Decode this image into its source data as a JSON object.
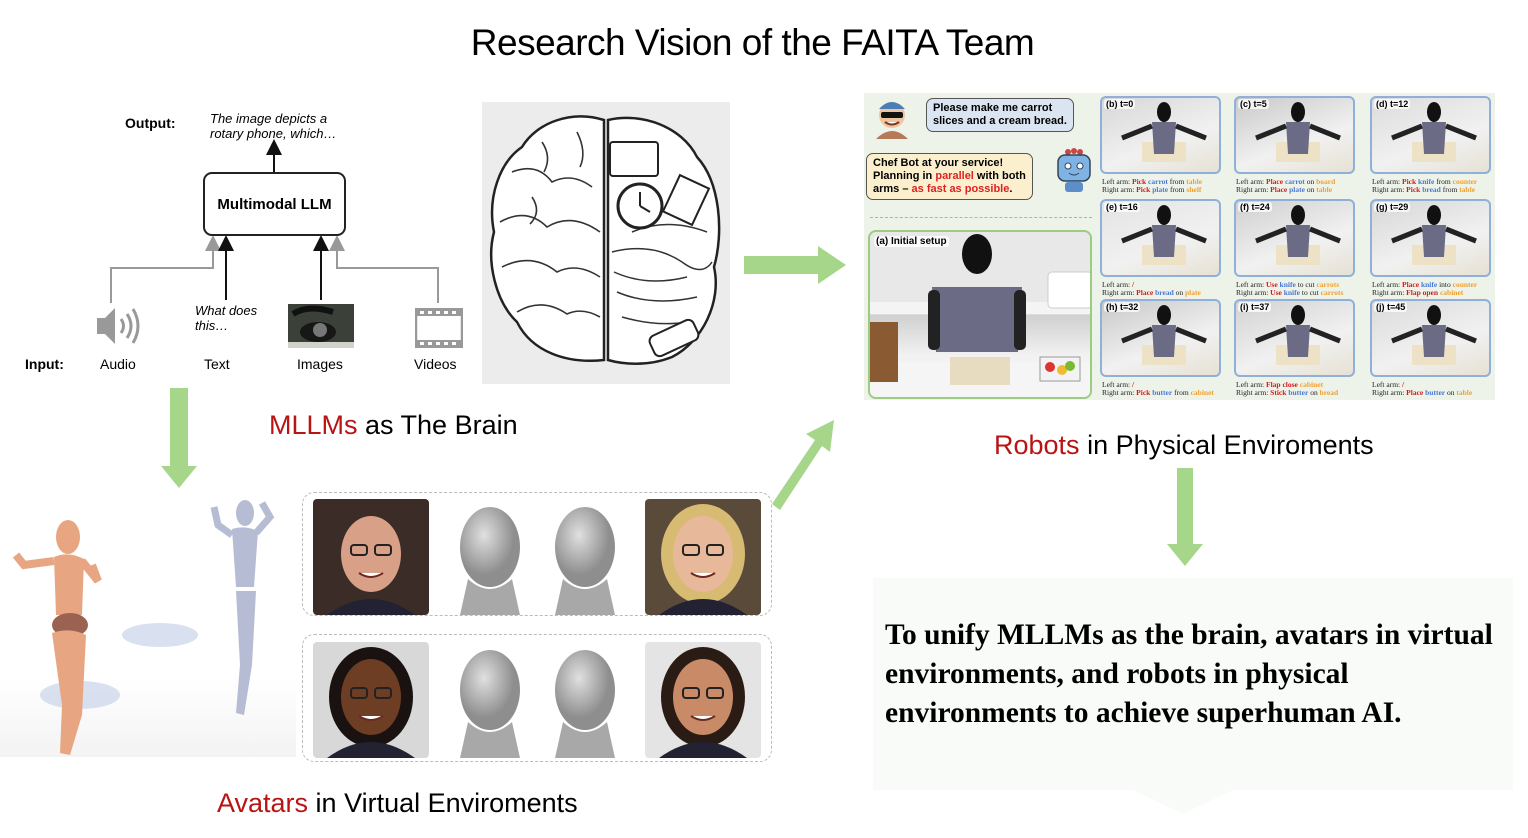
{
  "title": "Research Vision of the FAITA Team",
  "mllm_diagram": {
    "output_label": "Output:",
    "output_text_line1": "The image depicts a",
    "output_text_line2": "rotary phone, which…",
    "model_label": "Multimodal LLM",
    "input_label": "Input:",
    "inputs": [
      {
        "label": "Audio",
        "icon": "speaker-icon"
      },
      {
        "label": "Text",
        "icon": "text-prompt",
        "prompt_line1": "What does",
        "prompt_line2": "this…"
      },
      {
        "label": "Images",
        "icon": "rotary-phone-photo"
      },
      {
        "label": "Videos",
        "icon": "film-strip-icon"
      }
    ]
  },
  "captions": {
    "mllm": {
      "highlight": "MLLMs",
      "rest": " as The Brain"
    },
    "robots": {
      "highlight": "Robots",
      "rest": " in  Physical Enviroments"
    },
    "avatars": {
      "highlight": "Avatars",
      "rest": " in Virtual Enviroments"
    }
  },
  "robot_panel": {
    "user_request_line1": "Please make me carrot",
    "user_request_line2": "slices and a cream bread.",
    "bot_reply_line1": "Chef Bot at your service!",
    "bot_reply_line2_a": "Planning in ",
    "bot_reply_line2_b": "parallel",
    "bot_reply_line2_c": " with both",
    "bot_reply_line3_a": "arms – ",
    "bot_reply_line3_b": "as fast as possible",
    "bot_reply_line3_c": ".",
    "initial_setup_label": "(a) Initial setup",
    "steps": [
      {
        "tag": "(b) t=0",
        "left": [
          "Pick",
          "carrot",
          "from",
          "table"
        ],
        "right": [
          "Pick",
          "plate",
          "from",
          "shelf"
        ]
      },
      {
        "tag": "(c) t=5",
        "left": [
          "Place",
          "carrot",
          "on",
          "board"
        ],
        "right": [
          "Place",
          "plate",
          "on",
          "table"
        ]
      },
      {
        "tag": "(d) t=12",
        "left": [
          "Pick",
          "knife",
          "from",
          "counter"
        ],
        "right": [
          "Pick",
          "bread",
          "from",
          "table"
        ]
      },
      {
        "tag": "(e) t=16",
        "left": [
          "/",
          "",
          "",
          ""
        ],
        "right": [
          "Place",
          "bread",
          "on",
          "plate"
        ]
      },
      {
        "tag": "(f) t=24",
        "left": [
          "Use",
          "knife",
          "to cut",
          "carrots"
        ],
        "right": [
          "Use",
          "knife",
          "to cut",
          "carrots"
        ]
      },
      {
        "tag": "(g) t=29",
        "left": [
          "Place",
          "knife",
          "into",
          "counter"
        ],
        "right": [
          "Flap open",
          "",
          "",
          "cabinet"
        ]
      },
      {
        "tag": "(h) t=32",
        "left": [
          "/",
          "",
          "",
          ""
        ],
        "right": [
          "Pick",
          "butter",
          "from",
          "cabinet"
        ]
      },
      {
        "tag": "(i) t=37",
        "left": [
          "Flap close",
          "",
          "",
          "cabinet"
        ],
        "right": [
          "Stick",
          "butter",
          "on",
          "bread"
        ]
      },
      {
        "tag": "(j) t=45",
        "left": [
          "/",
          "",
          "",
          ""
        ],
        "right": [
          "Place",
          "butter",
          "on",
          "table"
        ]
      }
    ],
    "left_arm_prefix": "Left arm: ",
    "right_arm_prefix": "Right arm: "
  },
  "goal_statement": "To unify MLLMs as the brain, avatars in virtual environments, and robots in physical environments to achieve superhuman AI.",
  "colors": {
    "highlight_red": "#b81414",
    "arrow_green": "#a6d68a"
  }
}
